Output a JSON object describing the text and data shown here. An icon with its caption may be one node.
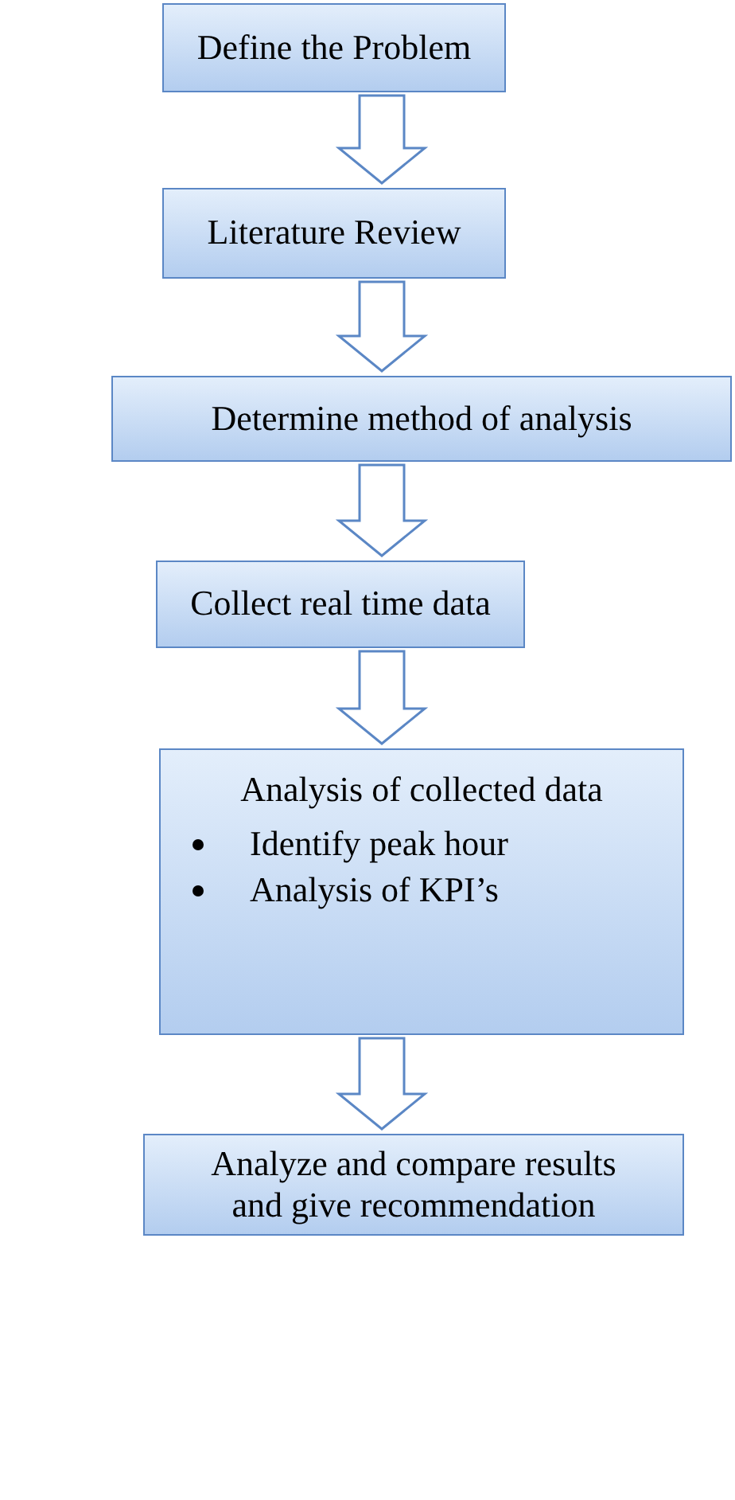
{
  "diagram": {
    "nodes": [
      {
        "text": [
          "Define the Problem"
        ]
      },
      {
        "text": [
          "Literature Review"
        ]
      },
      {
        "text": [
          "Determine method of analysis"
        ]
      },
      {
        "text": [
          "Collect real time data"
        ]
      },
      {
        "text": [
          "Analysis of collected data",
          "Identify peak hour",
          "Analysis of KPI’s"
        ]
      },
      {
        "text": [
          "Analyze and compare results and give recommendation"
        ]
      }
    ],
    "edges": [
      {
        "from": 0,
        "to": 1,
        "arrow": "to"
      },
      {
        "from": 1,
        "to": 2,
        "arrow": "to"
      },
      {
        "from": 2,
        "to": 3,
        "arrow": "to"
      },
      {
        "from": 3,
        "to": 4,
        "arrow": "to"
      },
      {
        "from": 4,
        "to": 5,
        "arrow": "to"
      }
    ]
  }
}
